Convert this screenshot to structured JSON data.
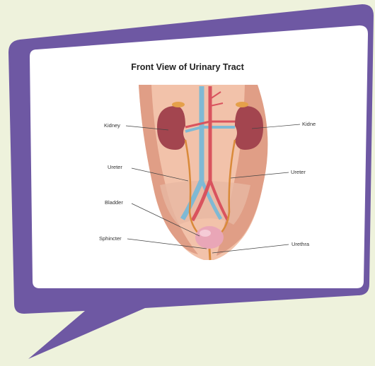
{
  "diagram": {
    "title": "Front View of Urinary Tract",
    "labels": {
      "kidney_left": "Kidney",
      "kidney_right": "Kidne",
      "ureter_left": "Ureter",
      "ureter_right": "Ureter",
      "bladder": "Bladder",
      "sphincter": "Sphincter",
      "urethra": "Urethra"
    }
  },
  "colors": {
    "bubble_fill": "#ffffff",
    "bubble_border": "#6e58a3",
    "page_background": "#eef2dc",
    "skin": "#e8a88e",
    "kidney": "#a3454f",
    "vein": "#7fb9d4",
    "artery": "#d9535e",
    "ureter": "#d98a3a"
  }
}
